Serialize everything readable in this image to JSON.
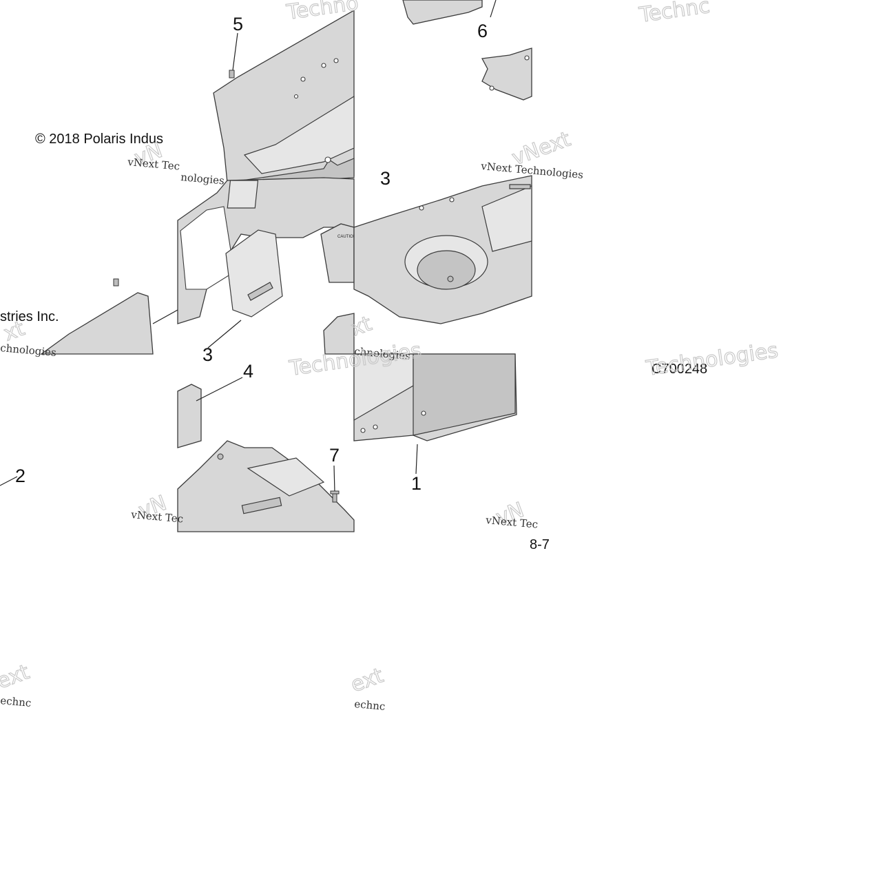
{
  "copyright_line1": "© 2018 Polaris Indus",
  "copyright_line2": "stries Inc.",
  "diagram_id": "C700248",
  "page_number": "8-7",
  "callouts": [
    "1",
    "2",
    "3",
    "3",
    "4",
    "5",
    "6",
    "7"
  ],
  "watermarks": {
    "brand": "vNext",
    "technologies": "Technologies",
    "tagline_a": "vNext Tec",
    "tagline_b": "vNext Technologies",
    "fragment_a": "nologies",
    "fragment_b": "xt",
    "fragment_c": "chnologies",
    "fragment_d": "Techno",
    "fragment_e": "Technc",
    "fragment_f": "ext",
    "fragment_g": "echnc",
    "fragment_h": "vN"
  }
}
